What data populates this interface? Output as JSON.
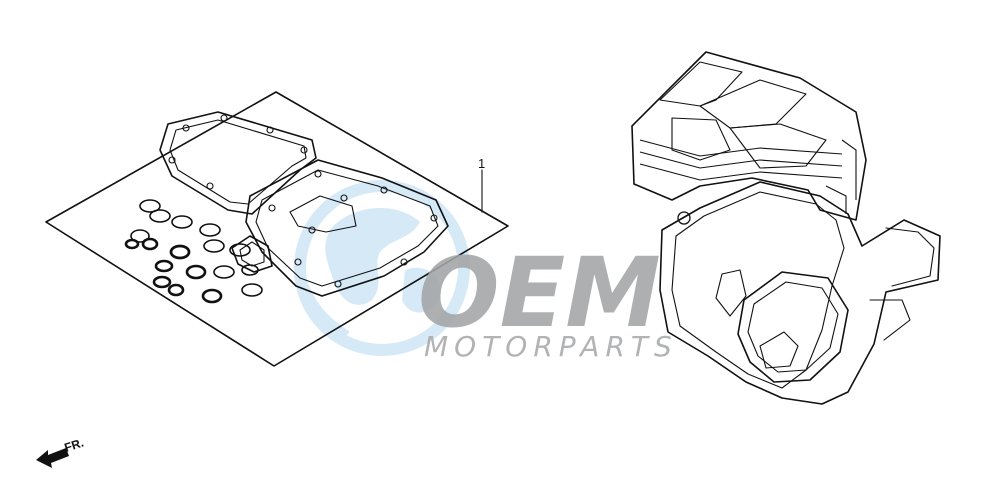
{
  "diagram": {
    "part_callout": "1",
    "front_marker": "FR.",
    "watermark": {
      "logo_text": "OEM",
      "sub_text": "MOTORPARTS",
      "globe_color": "#cfe6f5",
      "text_color": "#a3a5a7"
    }
  }
}
